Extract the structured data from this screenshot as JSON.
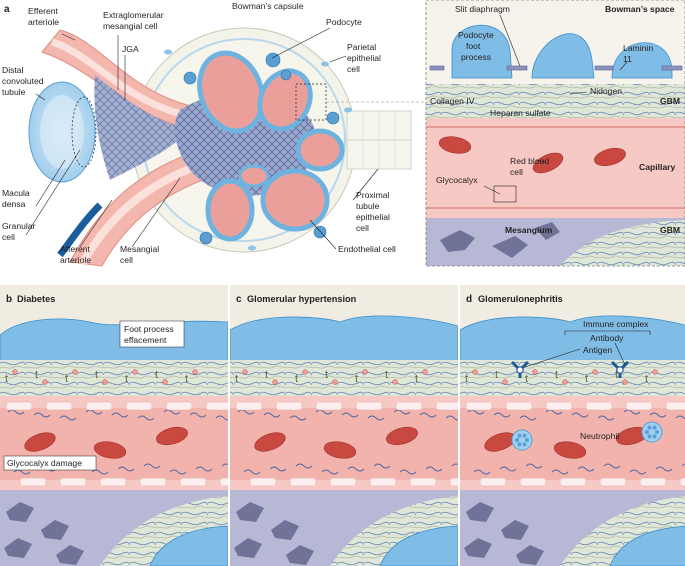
{
  "panel_a": {
    "letter": "a",
    "labels": {
      "efferent": [
        "Efferent",
        "arteriole"
      ],
      "extraglomerular": [
        "Extraglomerular",
        "mesangial cell"
      ],
      "bowmans_capsule": "Bowman’s capsule",
      "podocyte": "Podocyte",
      "jga": "JGA",
      "parietal": [
        "Parietal",
        "epithelial",
        "cell"
      ],
      "distal": [
        "Distal",
        "convoluted",
        "tubule"
      ],
      "macula": [
        "Macula",
        "densa"
      ],
      "granular": [
        "Granular",
        "cell"
      ],
      "afferent": [
        "Afferent",
        "arteriole"
      ],
      "mesangial": [
        "Mesangial",
        "cell"
      ],
      "endothelial": "Endothelial cell",
      "proximal": [
        "Proximal",
        "tubule",
        "epithelial",
        "cell"
      ]
    },
    "inset": {
      "slit": "Slit diaphragm",
      "bowmans_space": "Bowman’s space",
      "podocyte_foot": [
        "Podocyte",
        "foot",
        "process"
      ],
      "laminin": [
        "Laminin",
        "11"
      ],
      "collagen": "Collagen IV",
      "nidogen": "Nidogen",
      "gbm_top": "GBM",
      "heparan": "Heparan sulfate",
      "capillary": "Capillary",
      "rbc": [
        "Red blood",
        "cell"
      ],
      "glycocalyx": "Glycocalyx",
      "mesangium": "Mesangium",
      "gbm_bottom": "GBM"
    }
  },
  "panel_b": {
    "letter": "b",
    "title": "Diabetes",
    "callout1": [
      "Foot process",
      "effacement"
    ],
    "callout2": "Glycocalyx damage"
  },
  "panel_c": {
    "letter": "c",
    "title": "Glomerular hypertension"
  },
  "panel_d": {
    "letter": "d",
    "title": "Glomerulonephritis",
    "immune": "Immune complex",
    "antibody": "Antibody",
    "antigen": "Antigen",
    "neutrophil": "Neutrophil"
  },
  "colors": {
    "panel_bg": "#f1ece2",
    "podocyte": "#7fbde6",
    "capillary": "#f7c9c4",
    "rbc": "#c9483f",
    "gbm": "#dfe7d8",
    "mesangium": "#b6b8d6",
    "mesangial_cell": "#6f7397",
    "laminin": "#8d93be"
  }
}
